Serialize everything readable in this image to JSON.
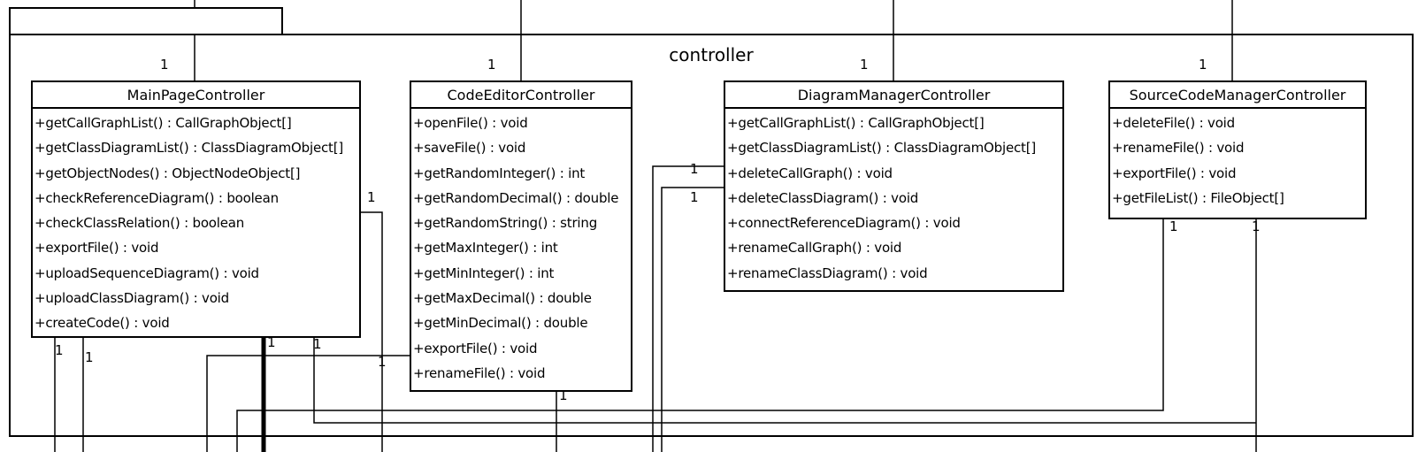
{
  "package": {
    "name": "controller"
  },
  "classes": [
    {
      "name": "MainPageController",
      "operations": [
        "+getCallGraphList() : CallGraphObject[]",
        "+getClassDiagramList() : ClassDiagramObject[]",
        "+getObjectNodes() : ObjectNodeObject[]",
        "+checkReferenceDiagram() : boolean",
        "+checkClassRelation() : boolean",
        "+exportFile() : void",
        "+uploadSequenceDiagram() : void",
        "+uploadClassDiagram() : void",
        "+createCode() : void"
      ]
    },
    {
      "name": "CodeEditorController",
      "operations": [
        "+openFile() : void",
        "+saveFile() : void",
        "+getRandomInteger() : int",
        "+getRandomDecimal() : double",
        "+getRandomString() : string",
        "+getMaxInteger() : int",
        "+getMinInteger() : int",
        "+getMaxDecimal() : double",
        "+getMinDecimal() : double",
        "+exportFile() : void",
        "+renameFile() : void"
      ]
    },
    {
      "name": "DiagramManagerController",
      "operations": [
        "+getCallGraphList() : CallGraphObject[]",
        "+getClassDiagramList() : ClassDiagramObject[]",
        "+deleteCallGraph() : void",
        "+deleteClassDiagram() : void",
        "+connectReferenceDiagram() : void",
        "+renameCallGraph() : void",
        "+renameClassDiagram() : void"
      ]
    },
    {
      "name": "SourceCodeManagerController",
      "operations": [
        "+deleteFile() : void",
        "+renameFile() : void",
        "+exportFile() : void",
        "+getFileList() : FileObject[]"
      ]
    }
  ],
  "multiplicity": "1"
}
